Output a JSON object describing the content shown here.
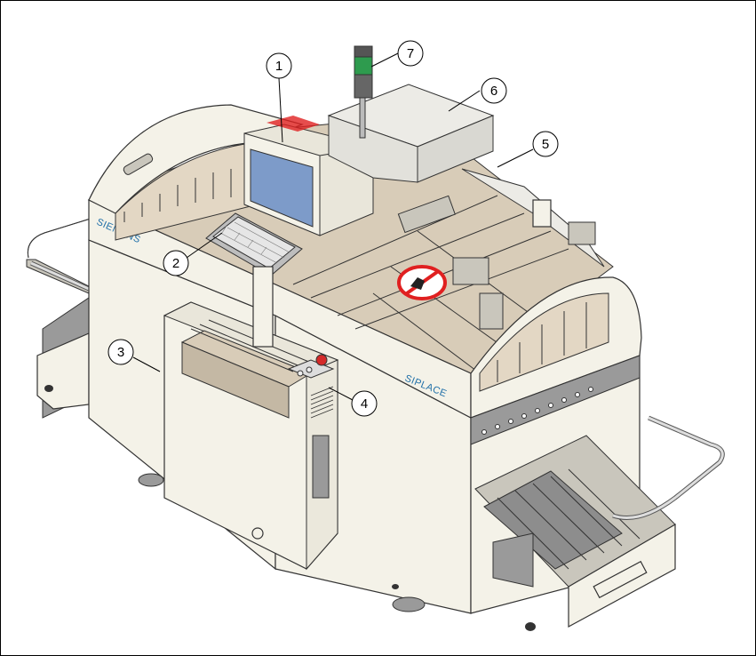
{
  "colors": {
    "machine_body": "#f4f2e8",
    "machine_inside": "#d8ccb8",
    "brand_text": "#1f6fa8",
    "monitor_screen": "#7d9bc9",
    "signal_green": "#2e9b4e",
    "prohibition_red": "#e02020",
    "emergency_red": "#d42a2a"
  },
  "labels": {
    "brand_left": "SIEMENS",
    "brand_right": "SIPLACE"
  },
  "callouts": [
    {
      "id": "1",
      "target": "monitor"
    },
    {
      "id": "2",
      "target": "keyboard"
    },
    {
      "id": "3",
      "target": "front-cabinet"
    },
    {
      "id": "4",
      "target": "control-panel"
    },
    {
      "id": "5",
      "target": "conveyor-entry"
    },
    {
      "id": "6",
      "target": "top-cover-box"
    },
    {
      "id": "7",
      "target": "signal-tower"
    }
  ],
  "icons": [
    "no-hand-icon",
    "hand-warning-icon",
    "emergency-stop-icon"
  ]
}
